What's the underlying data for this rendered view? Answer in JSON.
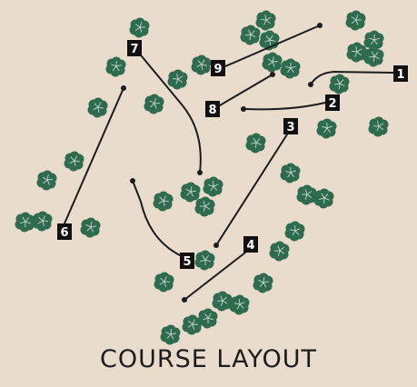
{
  "title": "COURSE LAYOUT",
  "colors": {
    "background": "#e9dccd",
    "tree_fill": "#2f6b4f",
    "tree_highlight": "#d9e6da",
    "fairway_line": "#1c1c1c",
    "marker_fill": "#111111",
    "marker_text": "#ffffff"
  },
  "holes": [
    {
      "number": "1"
    },
    {
      "number": "2"
    },
    {
      "number": "3"
    },
    {
      "number": "4"
    },
    {
      "number": "5"
    },
    {
      "number": "6"
    },
    {
      "number": "7"
    },
    {
      "number": "8"
    },
    {
      "number": "9"
    }
  ]
}
